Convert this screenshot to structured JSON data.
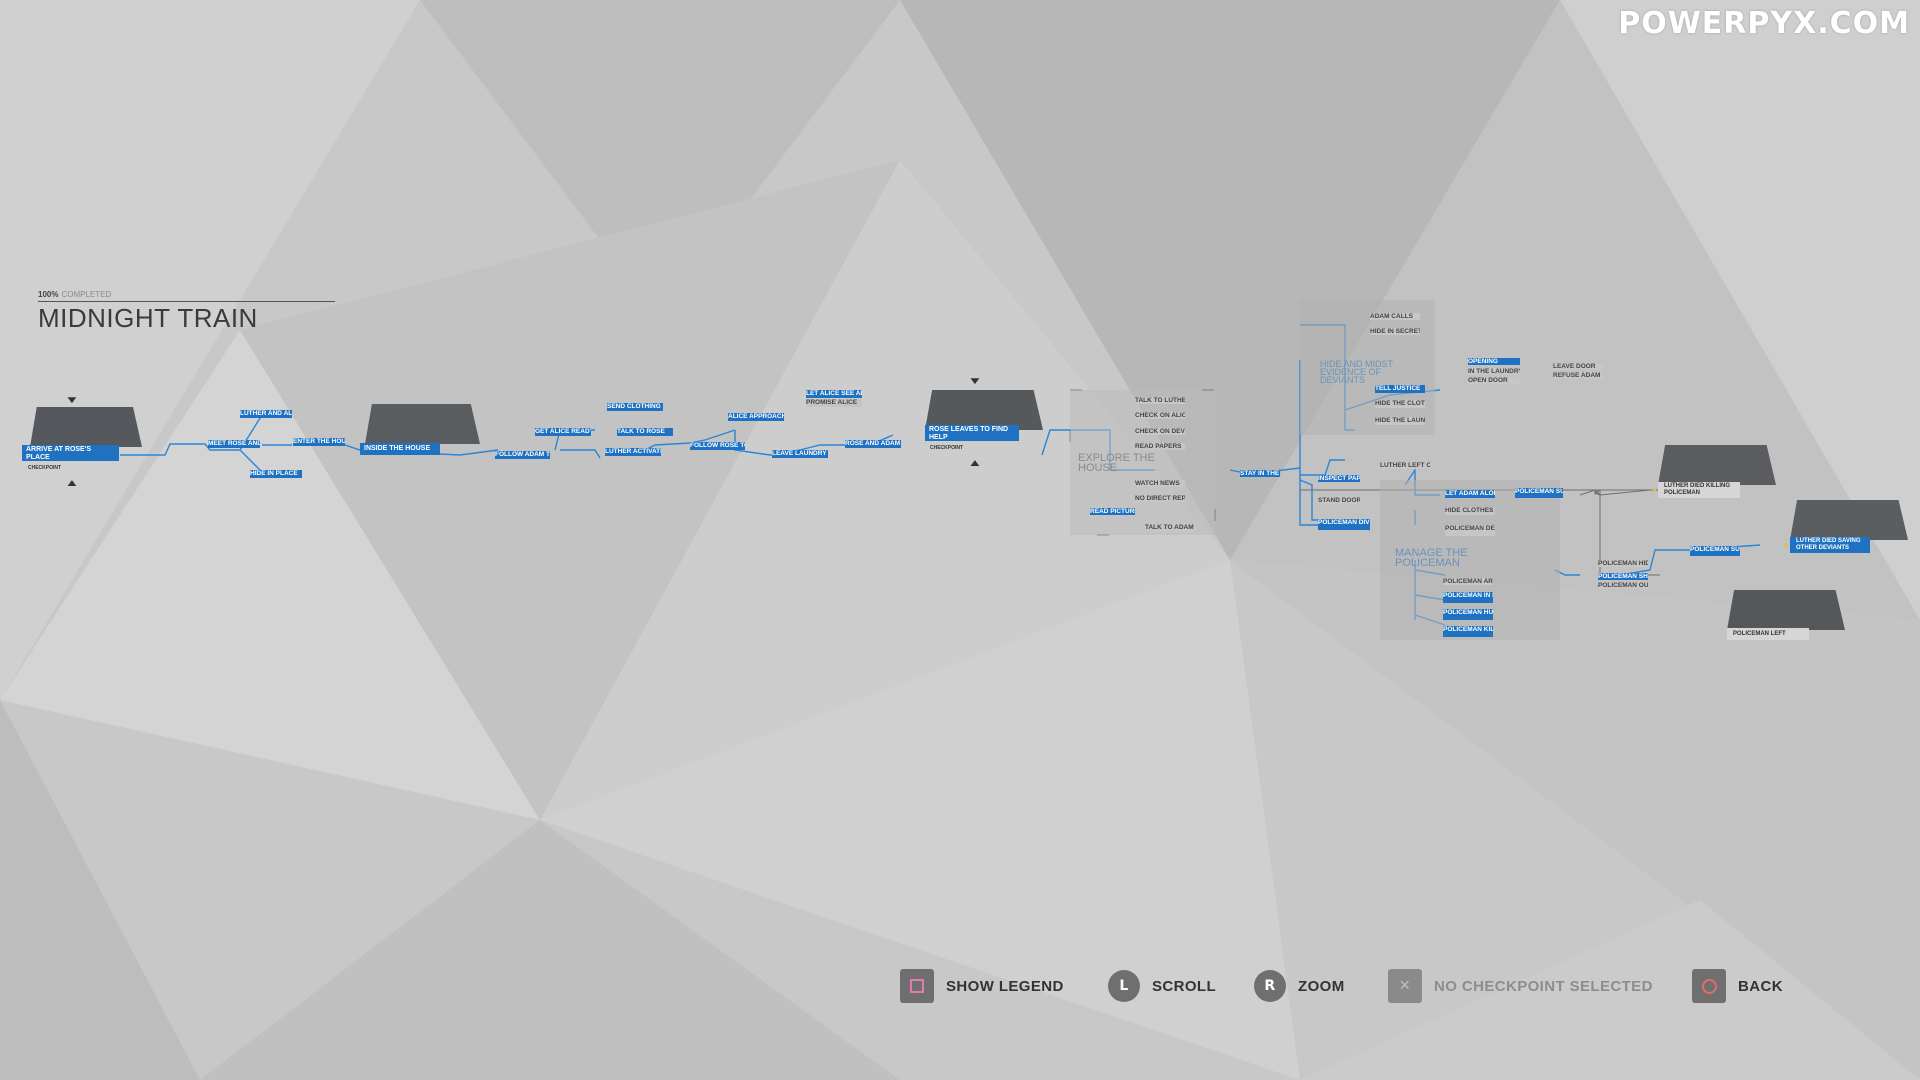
{
  "watermark": "POWERPYX.COM",
  "chapter": {
    "progress_value": "100%",
    "progress_label": "COMPLETED",
    "title": "MIDNIGHT TRAIN"
  },
  "nodes": {
    "arrive": "ARRIVE AT ROSE'S PLACE",
    "arrive_sub": "CHECKPOINT",
    "n1": "LUTHER AND ALICE ARE SEEN",
    "n2": "MEET ROSE AND ADAM",
    "n3": "ENTER THE HOUSE",
    "n4": "HIDE IN PLACE",
    "inside": "INSIDE THE HOUSE",
    "n5": "FOLLOW ADAM TO THE GUEST ROOM",
    "n6": "GET ALICE READY FOR BED",
    "n7": "SEND CLOTHING",
    "n8": "TALK TO ROSE",
    "n9": "LUTHER ACTIVATED",
    "n10": "FOLLOW ROSE TO LAUNDRY ROOM",
    "n11": "ALICE APPROACHES RALPH",
    "n12": "LEAVE LAUNDRY ROOM",
    "n13": "LET ALICE SEE ADAM",
    "n14": "PROMISE ALICE",
    "n15": "ROSE AND ADAM ARGUE",
    "rose": "ROSE LEAVES TO FIND HELP",
    "rose_sub": "CHECKPOINT",
    "explore": "EXPLORE THE HOUSE",
    "e1": "TALK TO LUTHER",
    "e2": "CHECK ON ALICE",
    "e3": "CHECK ON DEVIANTS",
    "e4": "READ PAPERS",
    "e5": "WATCH NEWS",
    "e6": "NO DIRECT REPLY",
    "e7": "TALK TO ADAM",
    "e8": "READ PICTURES",
    "hide": "HIDE AND MIDST EVIDENCE OF DEVIANTS",
    "h1": "STAY IN THE HOUSE",
    "h2": "ADAM CALLS",
    "h3": "HIDE IN SECRET",
    "h4": "TELL JUSTICE",
    "h5": "HIDE THE CLOTHES",
    "h6": "HIDE THE LAUNDRY",
    "h7": "OPENING",
    "h8": "IN THE LAUNDRY ROOM",
    "h9": "OPEN DOOR",
    "h10": "LEAVE DOOR",
    "h11": "REFUSE ADAM",
    "h12": "LUTHER LEFT ONLY",
    "h13": "INSPECT PAPERS",
    "h14": "STAND DOOR",
    "h15": "POLICEMAN DIVERTED",
    "manage": "MANAGE THE POLICEMAN",
    "m1": "LET ADAM ALONE",
    "m2": "HIDE CLOTHES",
    "m3": "POLICEMAN DEAD",
    "m4": "POLICEMAN SURRENDERS",
    "m5": "POLICEMAN ARREST",
    "m6": "POLICEMAN IN HOUSE",
    "m7": "POLICEMAN HURT",
    "m8": "POLICEMAN KILLED",
    "m9": "POLICEMAN SHOT",
    "m10": "POLICEMAN OUT",
    "m11": "POLICEMAN SUSPICIOUS",
    "m12": "POLICEMAN HIDE",
    "end1": "LUTHER DIED KILLING POLICEMAN",
    "end2": "LUTHER DIED SAVING OTHER DEVIANTS",
    "end3": "POLICEMAN LEFT"
  },
  "hud": {
    "legend": "SHOW LEGEND",
    "scroll": "SCROLL",
    "scroll_key": "L",
    "zoom": "ZOOM",
    "zoom_key": "R",
    "checkpoint": "NO CHECKPOINT SELECTED",
    "back": "BACK"
  },
  "colors": {
    "node_blue": "#1f72c2",
    "line_blue": "#2a86d6",
    "background": "#c9c9c9"
  }
}
